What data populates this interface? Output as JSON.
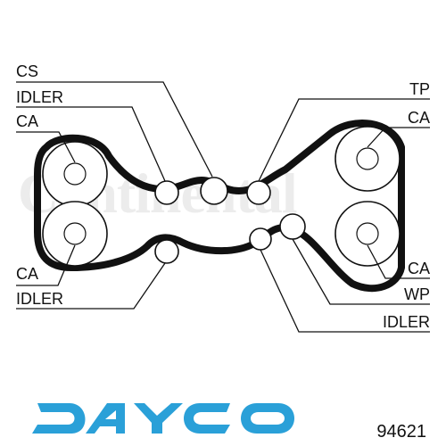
{
  "labels": {
    "cs": "CS",
    "idler_top_left": "IDLER",
    "ca_top_left": "CA",
    "ca_bottom_left": "CA",
    "idler_bottom_left": "IDLER",
    "tp": "TP",
    "ca_top_right": "CA",
    "ca_bottom_right": "CA",
    "wp": "WP",
    "idler_bottom_right": "IDLER"
  },
  "watermark": "Continental",
  "logo": {
    "text": "DAYCO",
    "color": "#2aa0d8"
  },
  "part_number": "94621"
}
